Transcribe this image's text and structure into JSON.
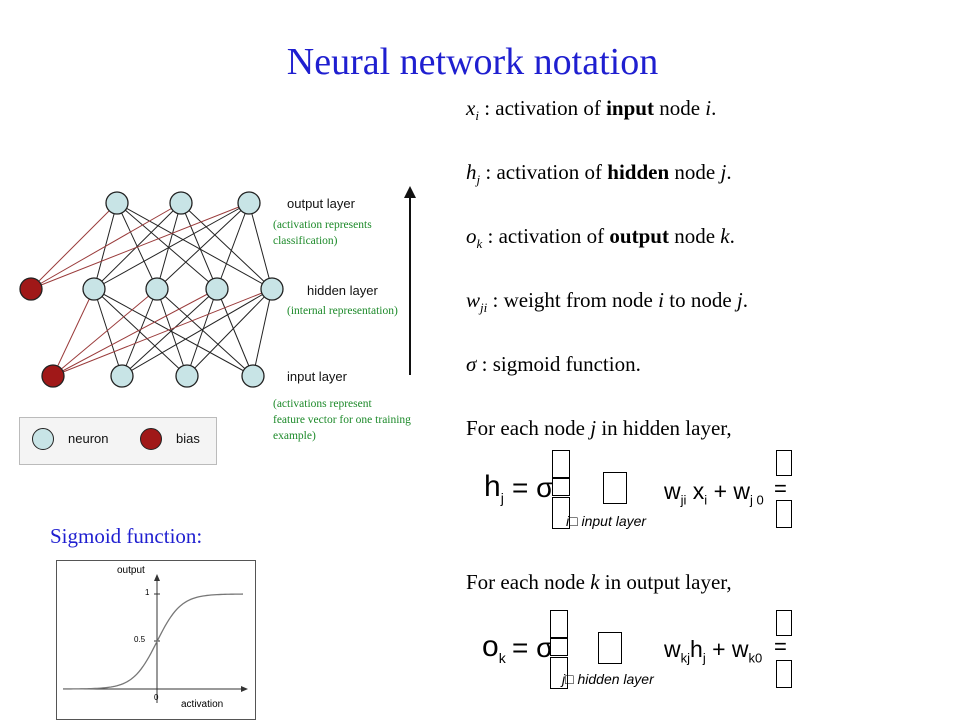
{
  "title": "Neural network notation",
  "definitions": [
    {
      "sym": "x",
      "sub": "i",
      "pre": " : activation of ",
      "bold": "input",
      "post": " node ",
      "var": "i",
      "end": "."
    },
    {
      "sym": "h",
      "sub": "j",
      "pre": " : activation of ",
      "bold": "hidden",
      "post": " node ",
      "var": "j",
      "end": "."
    },
    {
      "sym": "o",
      "sub": "k",
      "pre": " : activation of ",
      "bold": "output",
      "post": " node ",
      "var": "k",
      "end": "."
    }
  ],
  "weight_def": {
    "sym": "w",
    "sub": "ji",
    "text1": " : weight from node ",
    "var1": "i",
    "text2": " to node ",
    "var2": "j",
    "end": "."
  },
  "sigma_def": {
    "sym": "σ",
    "text": " : sigmoid function."
  },
  "hidden_rule": {
    "pre": "For each node ",
    "var": "j",
    "post": " in hidden layer,"
  },
  "output_rule": {
    "pre": "For each node ",
    "var": "k",
    "post": " in output layer,"
  },
  "eq_hidden": {
    "lhs_sym": "h",
    "lhs_sub": "j",
    "eq": "= σ",
    "w": "w",
    "w_sub": "ji",
    "x": "x",
    "x_sub": "i",
    "plus": "+",
    "w0": "w",
    "w0_sub": "j 0",
    "sum_under": "i",
    "sum_range": "input layer"
  },
  "eq_output": {
    "lhs_sym": "o",
    "lhs_sub": "k",
    "eq": "= σ",
    "w": "w",
    "w_sub": "kj",
    "x": "h",
    "x_sub": "j",
    "plus": "+",
    "w0": "w",
    "w0_sub": "k0",
    "sum_under": "j",
    "sum_range": "hidden layer"
  },
  "diagram": {
    "output_layer": "output layer",
    "hidden_layer": "hidden layer",
    "input_layer": "input layer",
    "output_note_1": "(activation represents",
    "output_note_2": "classification)",
    "hidden_note": "(internal representation)",
    "input_note_1": "(activations represent",
    "input_note_2": "feature vector for one training",
    "input_note_3": "example)",
    "legend_neuron": "neuron",
    "legend_bias": "bias",
    "neuron_color": "#c8e4e6",
    "bias_color": "#a01818"
  },
  "sigmoid": {
    "title": "Sigmoid function:",
    "ylabel": "output",
    "xlabel": "activation",
    "ytick_1": "1",
    "ytick_05": "0.5",
    "xtick_0": "0"
  }
}
